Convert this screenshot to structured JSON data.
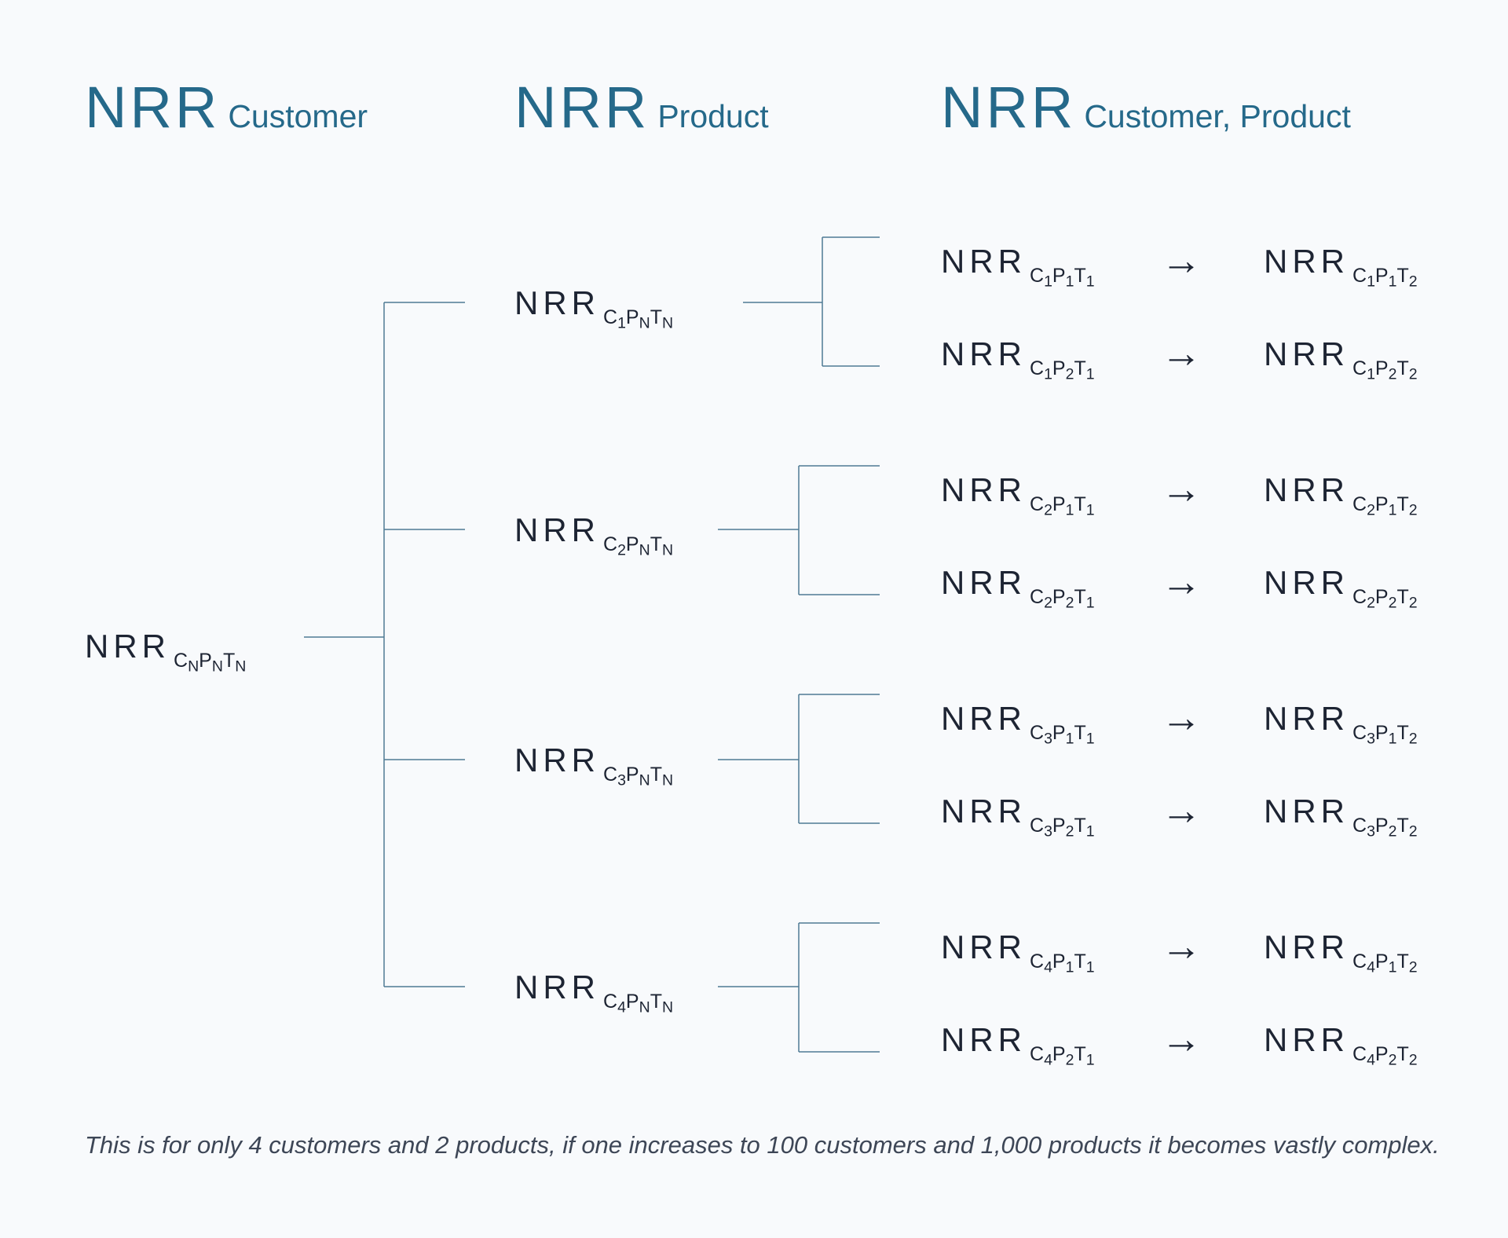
{
  "headers": {
    "customer": {
      "main": "NRR",
      "sub": "Customer"
    },
    "product": {
      "main": "NRR",
      "sub": "Product"
    },
    "customer_product": {
      "main": "NRR",
      "sub": "Customer, Product"
    }
  },
  "nrr": "NRR",
  "root": {
    "subs": [
      [
        "C",
        "N"
      ],
      [
        "P",
        "N"
      ],
      [
        "T",
        "N"
      ]
    ]
  },
  "customers": [
    {
      "node": [
        [
          "C",
          "1"
        ],
        [
          "P",
          "N"
        ],
        [
          "T",
          "N"
        ]
      ],
      "rows": [
        {
          "from": [
            [
              "C",
              "1"
            ],
            [
              "P",
              "1"
            ],
            [
              "T",
              "1"
            ]
          ],
          "to": [
            [
              "C",
              "1"
            ],
            [
              "P",
              "1"
            ],
            [
              "T",
              "2"
            ]
          ]
        },
        {
          "from": [
            [
              "C",
              "1"
            ],
            [
              "P",
              "2"
            ],
            [
              "T",
              "1"
            ]
          ],
          "to": [
            [
              "C",
              "1"
            ],
            [
              "P",
              "2"
            ],
            [
              "T",
              "2"
            ]
          ]
        }
      ]
    },
    {
      "node": [
        [
          "C",
          "2"
        ],
        [
          "P",
          "N"
        ],
        [
          "T",
          "N"
        ]
      ],
      "rows": [
        {
          "from": [
            [
              "C",
              "2"
            ],
            [
              "P",
              "1"
            ],
            [
              "T",
              "1"
            ]
          ],
          "to": [
            [
              "C",
              "2"
            ],
            [
              "P",
              "1"
            ],
            [
              "T",
              "2"
            ]
          ]
        },
        {
          "from": [
            [
              "C",
              "2"
            ],
            [
              "P",
              "2"
            ],
            [
              "T",
              "1"
            ]
          ],
          "to": [
            [
              "C",
              "2"
            ],
            [
              "P",
              "2"
            ],
            [
              "T",
              "2"
            ]
          ]
        }
      ]
    },
    {
      "node": [
        [
          "C",
          "3"
        ],
        [
          "P",
          "N"
        ],
        [
          "T",
          "N"
        ]
      ],
      "rows": [
        {
          "from": [
            [
              "C",
              "3"
            ],
            [
              "P",
              "1"
            ],
            [
              "T",
              "1"
            ]
          ],
          "to": [
            [
              "C",
              "3"
            ],
            [
              "P",
              "1"
            ],
            [
              "T",
              "2"
            ]
          ]
        },
        {
          "from": [
            [
              "C",
              "3"
            ],
            [
              "P",
              "2"
            ],
            [
              "T",
              "1"
            ]
          ],
          "to": [
            [
              "C",
              "3"
            ],
            [
              "P",
              "2"
            ],
            [
              "T",
              "2"
            ]
          ]
        }
      ]
    },
    {
      "node": [
        [
          "C",
          "4"
        ],
        [
          "P",
          "N"
        ],
        [
          "T",
          "N"
        ]
      ],
      "rows": [
        {
          "from": [
            [
              "C",
              "4"
            ],
            [
              "P",
              "1"
            ],
            [
              "T",
              "1"
            ]
          ],
          "to": [
            [
              "C",
              "4"
            ],
            [
              "P",
              "1"
            ],
            [
              "T",
              "2"
            ]
          ]
        },
        {
          "from": [
            [
              "C",
              "4"
            ],
            [
              "P",
              "2"
            ],
            [
              "T",
              "1"
            ]
          ],
          "to": [
            [
              "C",
              "4"
            ],
            [
              "P",
              "2"
            ],
            [
              "T",
              "2"
            ]
          ]
        }
      ]
    }
  ],
  "arrow_glyph": "→",
  "caption": "This is for only 4 customers and 2 products, if one increases to 100 customers and 1,000 products it becomes vastly complex.",
  "colors": {
    "header": "#25698a",
    "text": "#1d2433",
    "line": "#4f7b93",
    "background": "#f8fafc"
  }
}
